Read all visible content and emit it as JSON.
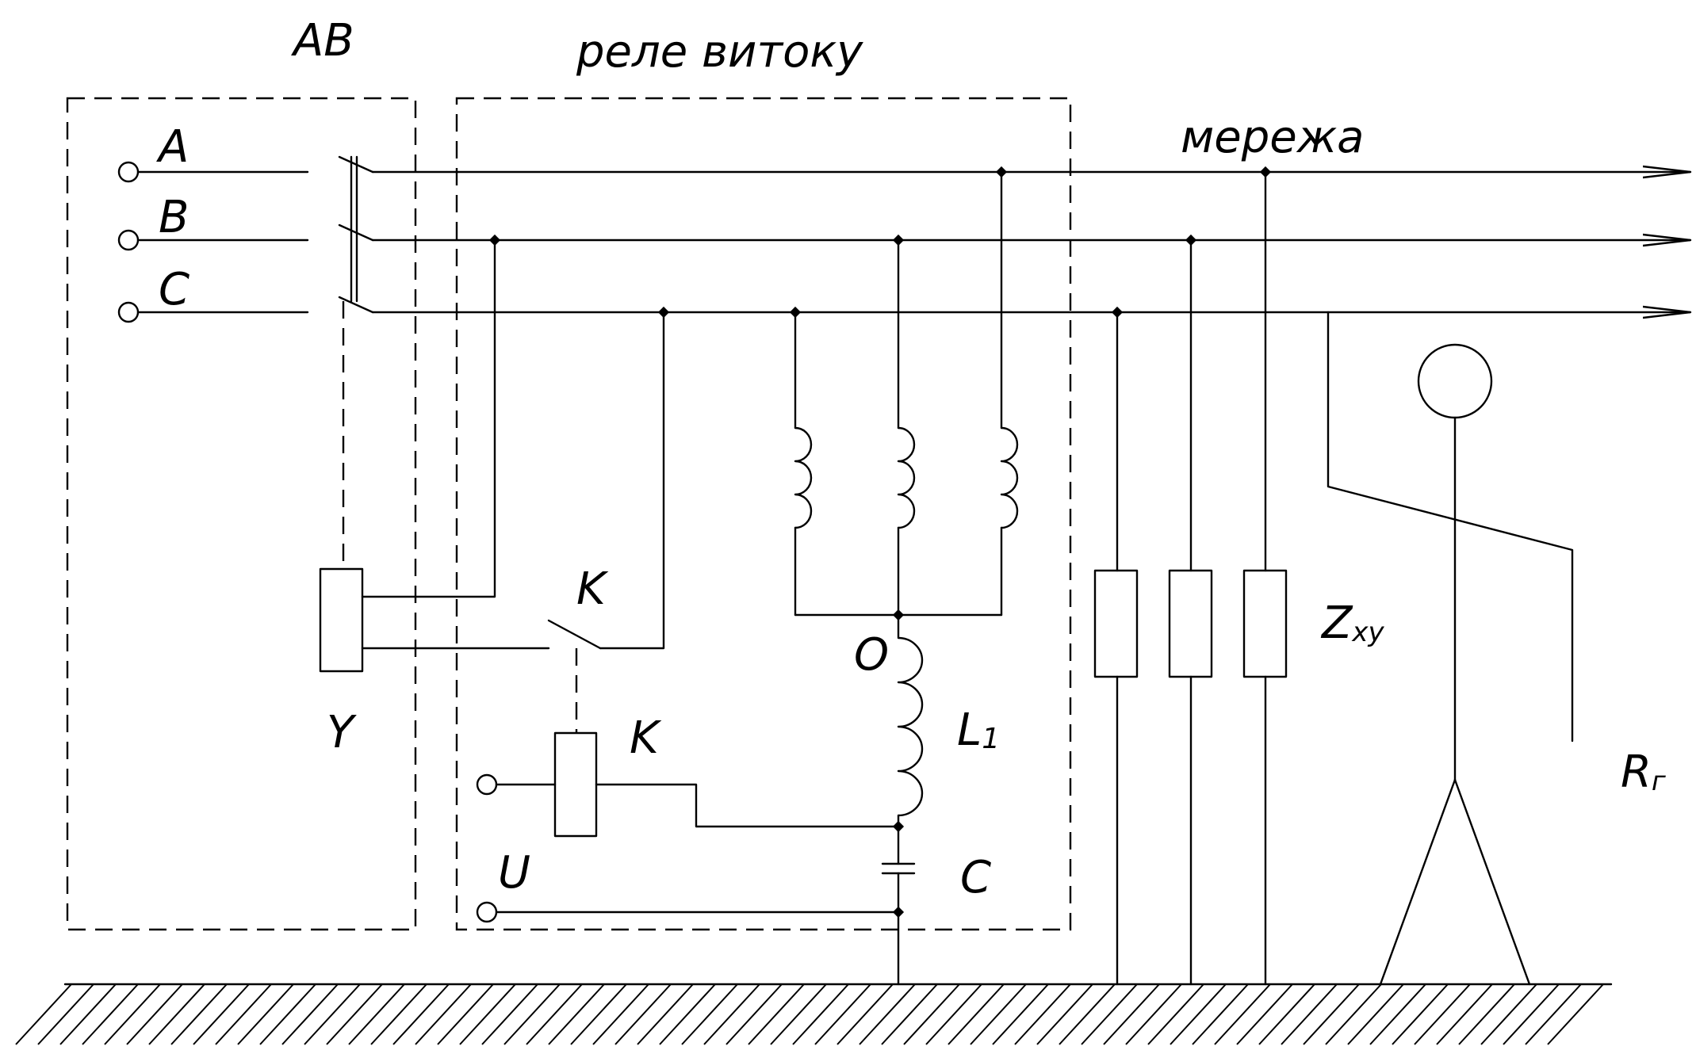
{
  "labels": {
    "breaker": "AB",
    "relay": "реле витоку",
    "network": "мережа",
    "phase_a": "A",
    "phase_b": "B",
    "phase_c": "C",
    "contact_k": "K",
    "coil_k": "K",
    "trip_coil": "Y",
    "neutral": "O",
    "inductor": "L",
    "inductor_sub": "1",
    "capacitor": "C",
    "voltage": "U",
    "insulation_z": "Z",
    "insulation_z_sub": "xy",
    "body_r": "R",
    "body_r_sub": "г"
  },
  "colors": {
    "ink": "#000000",
    "background": "#ffffff"
  }
}
